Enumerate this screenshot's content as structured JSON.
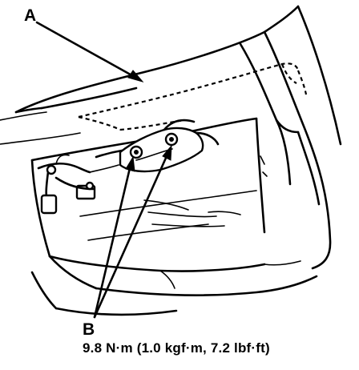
{
  "callouts": {
    "a": "A",
    "b": "B",
    "torque": "9.8 N·m (1.0 kgf·m, 7.2 lbf·ft)"
  },
  "icons": {
    "leader_arrow": "arrowhead",
    "bolt": "bolt-icon"
  }
}
